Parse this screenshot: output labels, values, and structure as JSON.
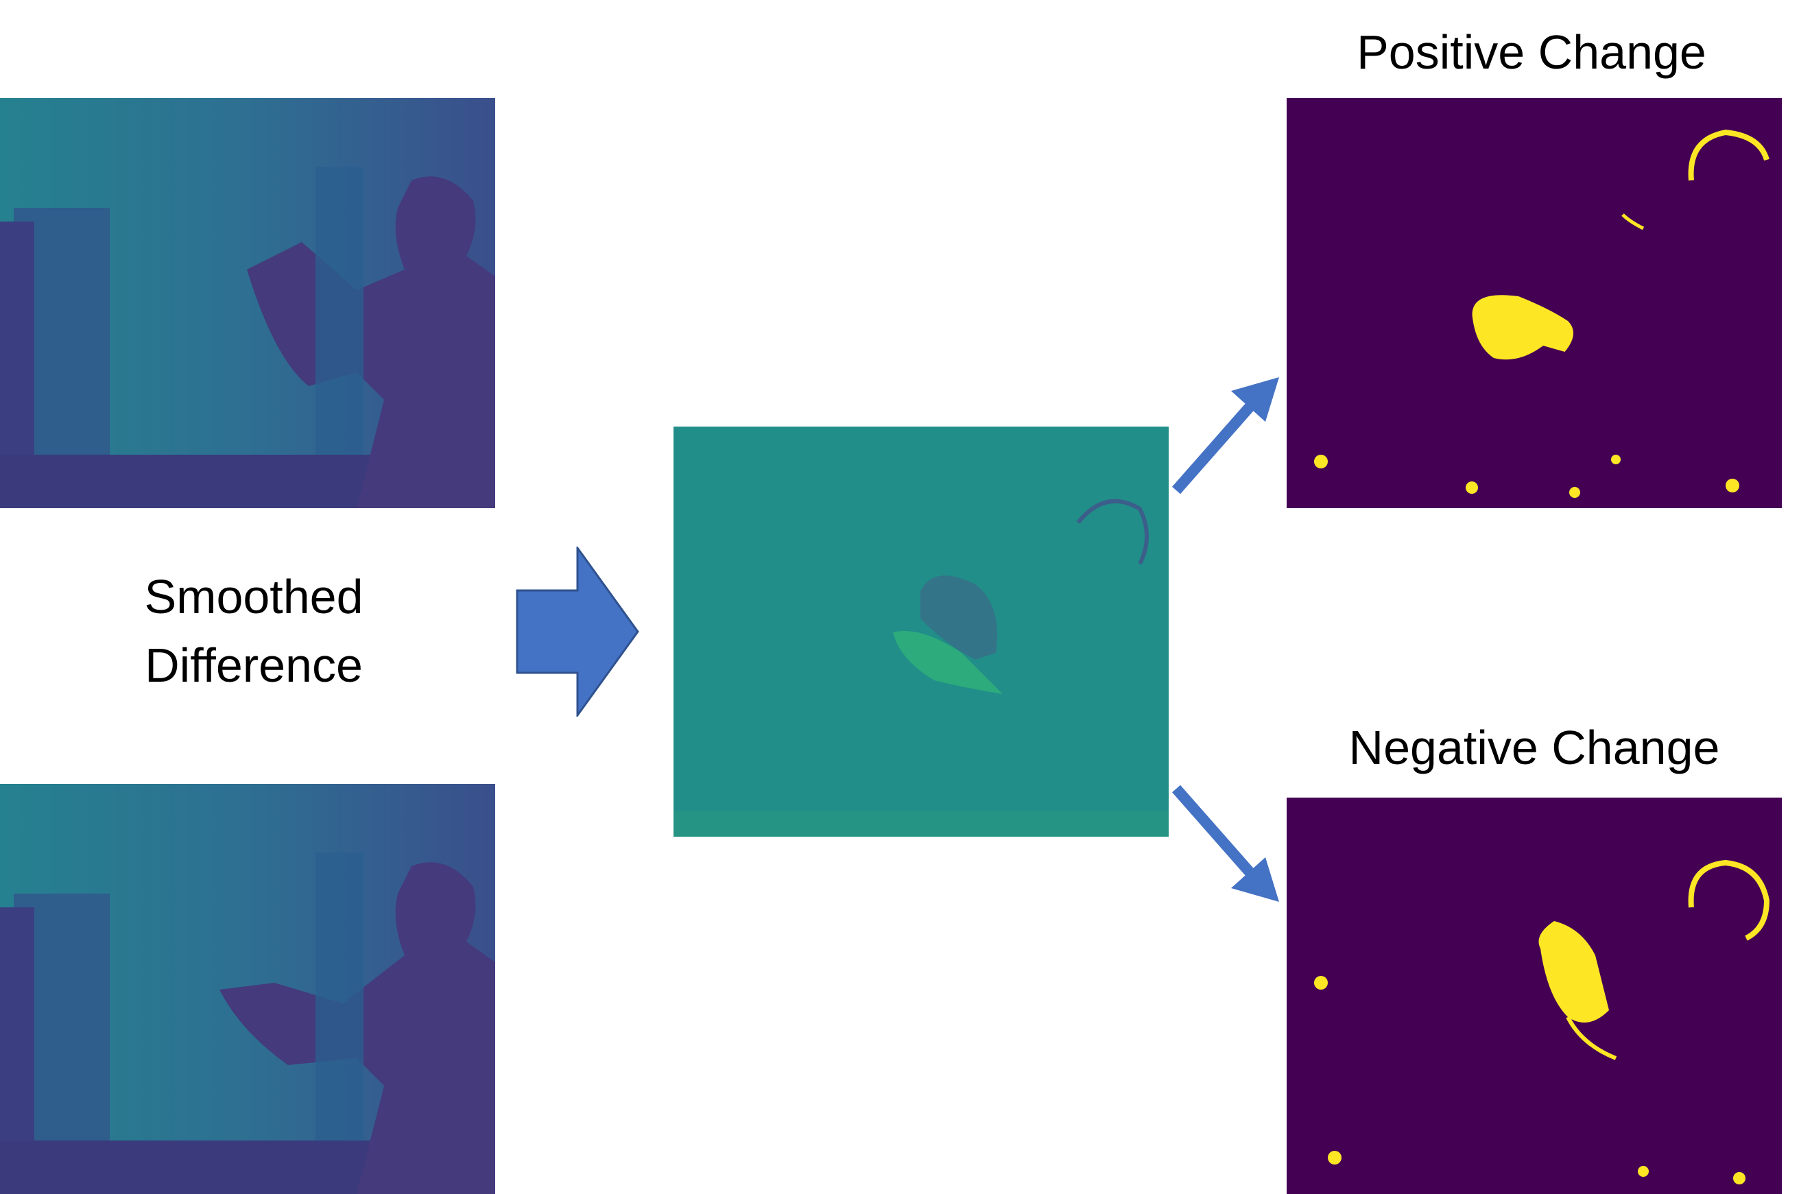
{
  "diagram": {
    "left_label": {
      "line1": "Smoothed",
      "line2": "Difference"
    },
    "positive_title": "Positive Change",
    "negative_title": "Negative Change"
  },
  "colors": {
    "depth_bg": "#2e7d92",
    "depth_dark": "#3f2a6b",
    "difference_bg": "#238f8b",
    "mask_bg": "#440154",
    "mask_fg": "#fde725",
    "arrow": "#4472c4"
  },
  "icons": {
    "block_arrow": "right-block-arrow",
    "up_arrow": "diagonal-up-arrow",
    "down_arrow": "diagonal-down-arrow"
  }
}
